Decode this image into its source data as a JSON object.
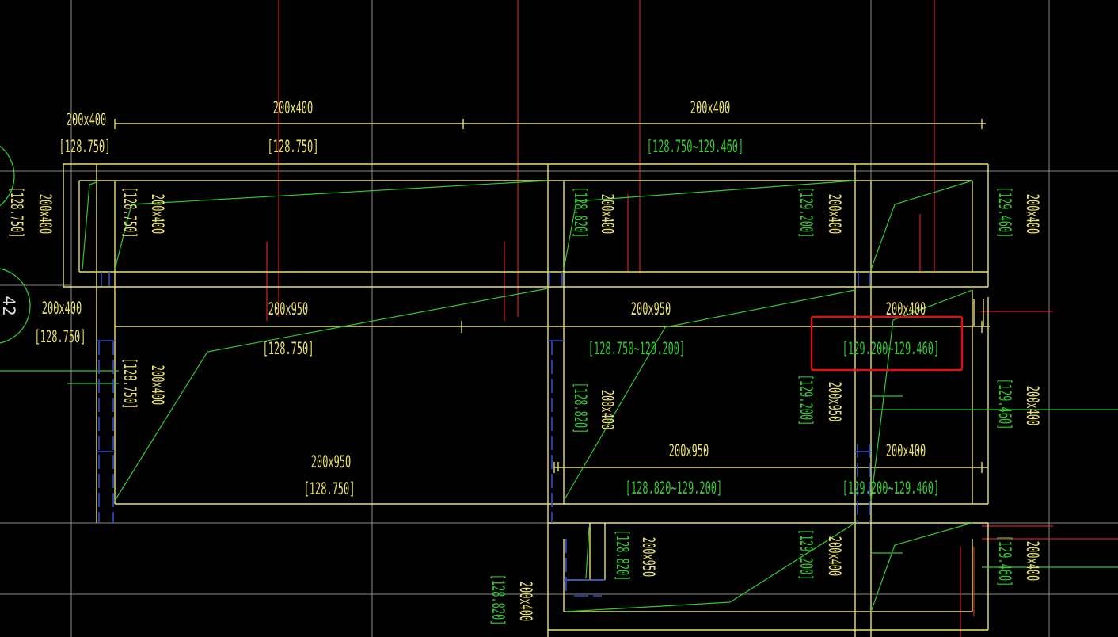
{
  "colors": {
    "background": "#000000",
    "grid": "#8a8a8a",
    "beam": "#e8e06a",
    "slab": "#31c92e",
    "axis_red": "#d62020",
    "column_blue": "#2a4fd6",
    "highlight": "#e01010"
  },
  "axis_bubble": {
    "label": "42"
  },
  "labels": [
    {
      "id": "size-tl",
      "text": "200x400",
      "color": "yellow",
      "vertical": false
    },
    {
      "id": "elev-tl",
      "text": "[128.750]",
      "color": "yellow",
      "vertical": false
    },
    {
      "id": "size-top-a",
      "text": "200x400",
      "color": "yellow",
      "vertical": false
    },
    {
      "id": "elev-top-a",
      "text": "[128.750]",
      "color": "yellow",
      "vertical": false
    },
    {
      "id": "size-top-b",
      "text": "200x400",
      "color": "yellow",
      "vertical": false
    },
    {
      "id": "elev-top-b",
      "text": "[128.750~129.460]",
      "color": "green",
      "vertical": false
    },
    {
      "id": "elev-v-left",
      "text": "[128.750]",
      "color": "yellow",
      "vertical": true
    },
    {
      "id": "size-v-left",
      "text": "200x400",
      "color": "yellow",
      "vertical": true
    },
    {
      "id": "elev-v-a",
      "text": "[128.750]",
      "color": "yellow",
      "vertical": true
    },
    {
      "id": "size-v-a",
      "text": "200x400",
      "color": "yellow",
      "vertical": true
    },
    {
      "id": "elev-v-b",
      "text": "[128.820]",
      "color": "green",
      "vertical": true
    },
    {
      "id": "size-v-b",
      "text": "200x400",
      "color": "yellow",
      "vertical": true
    },
    {
      "id": "elev-v-c",
      "text": "[129.200]",
      "color": "green",
      "vertical": true
    },
    {
      "id": "size-v-c",
      "text": "200x400",
      "color": "yellow",
      "vertical": true
    },
    {
      "id": "elev-v-d",
      "text": "[129.460]",
      "color": "green",
      "vertical": true
    },
    {
      "id": "size-v-d",
      "text": "200x400",
      "color": "yellow",
      "vertical": true
    },
    {
      "id": "size-mid-left",
      "text": "200x400",
      "color": "yellow",
      "vertical": false
    },
    {
      "id": "elev-mid-left",
      "text": "[128.750]",
      "color": "yellow",
      "vertical": false
    },
    {
      "id": "size-mid-a",
      "text": "200x950",
      "color": "yellow",
      "vertical": false
    },
    {
      "id": "elev-mid-a",
      "text": "[128.750]",
      "color": "yellow",
      "vertical": false
    },
    {
      "id": "size-mid-b",
      "text": "200x950",
      "color": "yellow",
      "vertical": false
    },
    {
      "id": "elev-mid-b",
      "text": "[128.750~129.200]",
      "color": "green",
      "vertical": false
    },
    {
      "id": "size-mid-c",
      "text": "200x400",
      "color": "yellow",
      "vertical": false
    },
    {
      "id": "elev-mid-c",
      "text": "[129.200~129.460]",
      "color": "green",
      "vertical": false
    },
    {
      "id": "elev-v-e",
      "text": "[128.750]",
      "color": "yellow",
      "vertical": true
    },
    {
      "id": "size-v-e",
      "text": "200x400",
      "color": "yellow",
      "vertical": true
    },
    {
      "id": "elev-v-f",
      "text": "[128.820]",
      "color": "green",
      "vertical": true
    },
    {
      "id": "size-v-f",
      "text": "200x400",
      "color": "yellow",
      "vertical": true
    },
    {
      "id": "elev-v-g",
      "text": "[129.200]",
      "color": "green",
      "vertical": true
    },
    {
      "id": "size-v-g",
      "text": "200x950",
      "color": "yellow",
      "vertical": true
    },
    {
      "id": "elev-v-h",
      "text": "[129.460]",
      "color": "green",
      "vertical": true
    },
    {
      "id": "size-v-h",
      "text": "200x400",
      "color": "yellow",
      "vertical": true
    },
    {
      "id": "size-bot-a",
      "text": "200x950",
      "color": "yellow",
      "vertical": false
    },
    {
      "id": "elev-bot-a",
      "text": "[128.750]",
      "color": "yellow",
      "vertical": false
    },
    {
      "id": "size-bot-b",
      "text": "200x950",
      "color": "yellow",
      "vertical": false
    },
    {
      "id": "elev-bot-b",
      "text": "[128.820~129.200]",
      "color": "green",
      "vertical": false
    },
    {
      "id": "size-bot-c",
      "text": "200x400",
      "color": "yellow",
      "vertical": false
    },
    {
      "id": "elev-bot-c",
      "text": "[129.200~129.460]",
      "color": "green",
      "vertical": false
    },
    {
      "id": "elev-v-i",
      "text": "[128.820]",
      "color": "green",
      "vertical": true
    },
    {
      "id": "size-v-i",
      "text": "200x950",
      "color": "yellow",
      "vertical": true
    },
    {
      "id": "elev-v-j",
      "text": "[129.200]",
      "color": "green",
      "vertical": true
    },
    {
      "id": "size-v-j",
      "text": "200x400",
      "color": "yellow",
      "vertical": true
    },
    {
      "id": "elev-v-k",
      "text": "[129.460]",
      "color": "green",
      "vertical": true
    },
    {
      "id": "size-v-k",
      "text": "200x400",
      "color": "yellow",
      "vertical": true
    },
    {
      "id": "elev-v-l",
      "text": "[128.820]",
      "color": "green",
      "vertical": true
    },
    {
      "id": "size-v-l",
      "text": "200x400",
      "color": "yellow",
      "vertical": true
    }
  ]
}
